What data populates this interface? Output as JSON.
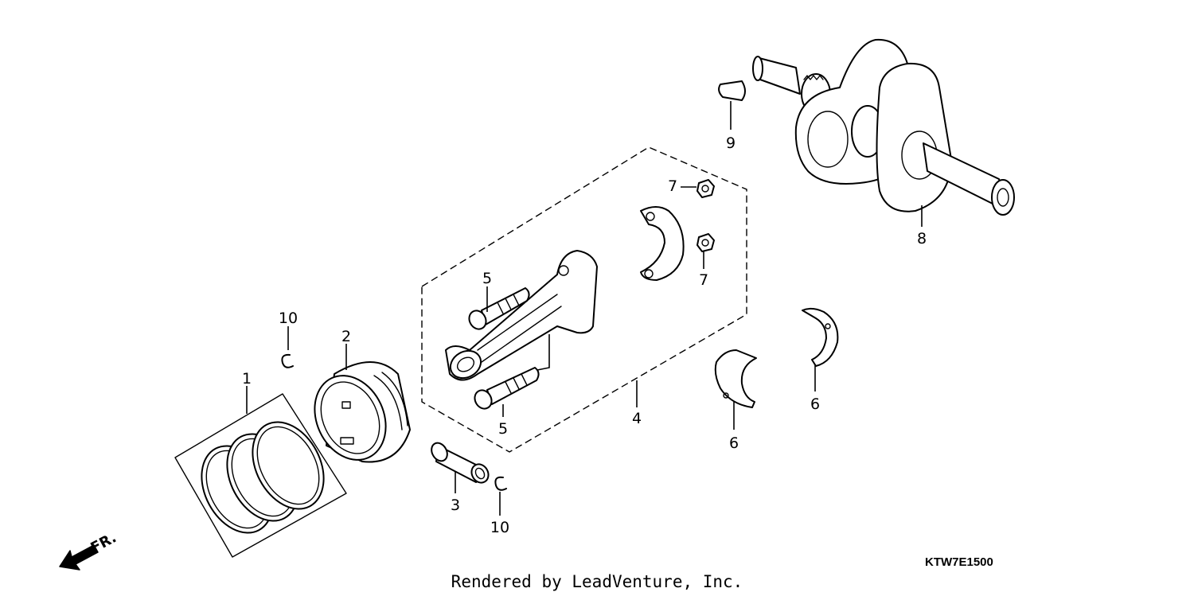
{
  "diagram": {
    "diagram_code": "KTW7E1500",
    "credit": "Rendered by LeadVenture, Inc.",
    "direction_label": "FR.",
    "direction_icon": "front-direction-arrow-icon",
    "callouts": [
      {
        "part": "piston-ring-set",
        "number": "1"
      },
      {
        "part": "piston",
        "number": "2"
      },
      {
        "part": "piston-pin",
        "number": "3"
      },
      {
        "part": "connecting-rod-assembly",
        "number": "4"
      },
      {
        "part": "rod-bolt-upper",
        "number": "5"
      },
      {
        "part": "rod-bolt-lower",
        "number": "5"
      },
      {
        "part": "bearing-lower",
        "number": "6"
      },
      {
        "part": "bearing-right",
        "number": "6"
      },
      {
        "part": "rod-nut-upper",
        "number": "7"
      },
      {
        "part": "rod-nut-lower",
        "number": "7"
      },
      {
        "part": "crankshaft",
        "number": "8"
      },
      {
        "part": "woodruff-key",
        "number": "9"
      },
      {
        "part": "pin-clip-upper",
        "number": "10"
      },
      {
        "part": "pin-clip-lower",
        "number": "10"
      }
    ]
  }
}
